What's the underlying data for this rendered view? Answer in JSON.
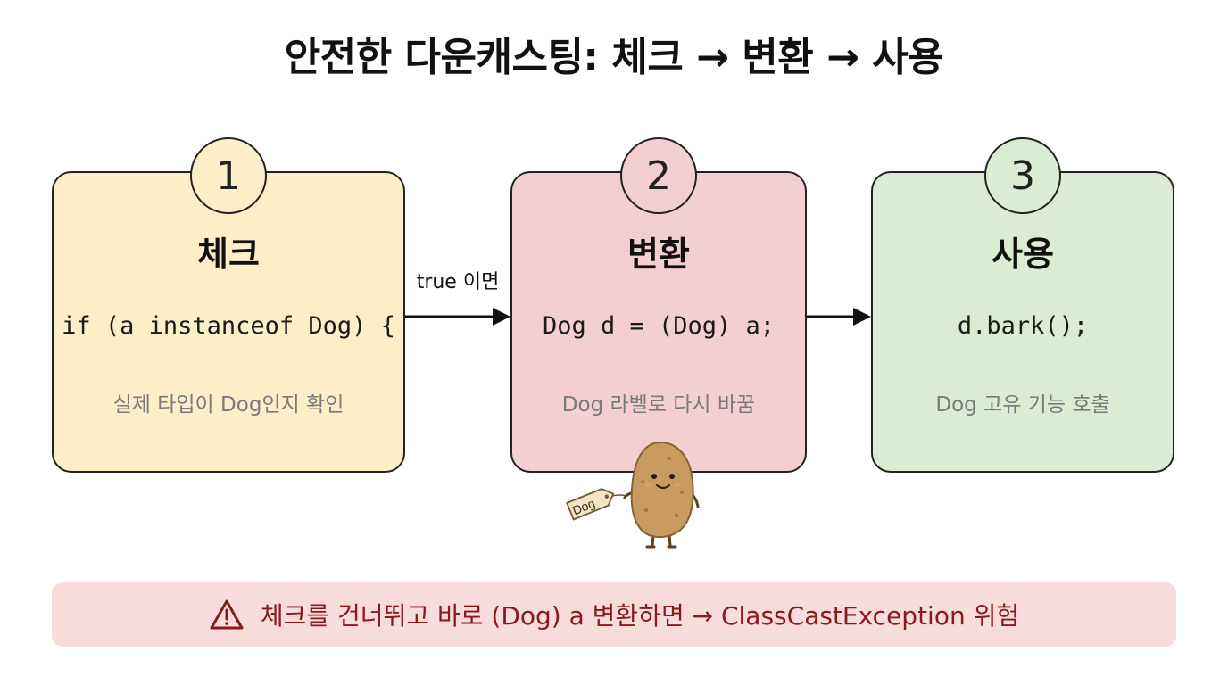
{
  "title": "안전한 다운캐스팅: 체크 → 변환 → 사용",
  "steps": [
    {
      "number": "1",
      "label": "체크",
      "code": "if (a instanceof Dog) {",
      "description": "실제 타입이 Dog인지 확인"
    },
    {
      "number": "2",
      "label": "변환",
      "code": "Dog d = (Dog) a;",
      "description": "Dog 라벨로 다시 바꿈"
    },
    {
      "number": "3",
      "label": "사용",
      "code": "d.bark();",
      "description": "Dog 고유 기능 호출"
    }
  ],
  "arrow_label": "true 이면",
  "mascot": {
    "tag_text": "Dog"
  },
  "warning": {
    "icon": "warning-triangle-icon",
    "text": "체크를 건너뛰고 바로 (Dog) a 변환하면 → ClassCastException 위험"
  },
  "colors": {
    "step1_bg": "#fcefc7",
    "step2_bg": "#f3cfd2",
    "step3_bg": "#dcebd4",
    "warning_bg": "#f8dcdc",
    "warning_text": "#8a1a1a"
  }
}
